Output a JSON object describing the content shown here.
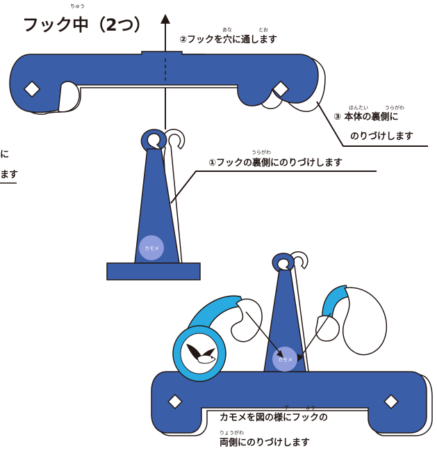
{
  "title": {
    "text": "フック中（2つ）",
    "ruby": "ちゅう"
  },
  "steps": {
    "step2": {
      "text": "②フックを穴に通します",
      "ruby_1": "あな",
      "ruby_2": "とお"
    },
    "step3_line1": {
      "text": "③ 本体の裏側に",
      "ruby_1": "ほんたい",
      "ruby_2": "うらがわ"
    },
    "step3_line2": {
      "text": "のりづけします"
    },
    "step1": {
      "text": "①フックの裏側にのりづけします",
      "ruby": "うらがわ"
    }
  },
  "cutoff_text": {
    "line1": "に",
    "line2": "ます"
  },
  "instruction": {
    "line1": "カモメを図の様にフックの",
    "line1_ruby_1": "ず",
    "line1_ruby_2": "よう",
    "line2": "両側にのりづけします",
    "line2_ruby": "りょうがわ"
  },
  "badge_label": "カモメ",
  "colors": {
    "body_blue": "#3a5ea8",
    "light_blue": "#29abe2",
    "badge_lilac": "#8f9ddc",
    "outline": "#231815",
    "white": "#ffffff"
  }
}
